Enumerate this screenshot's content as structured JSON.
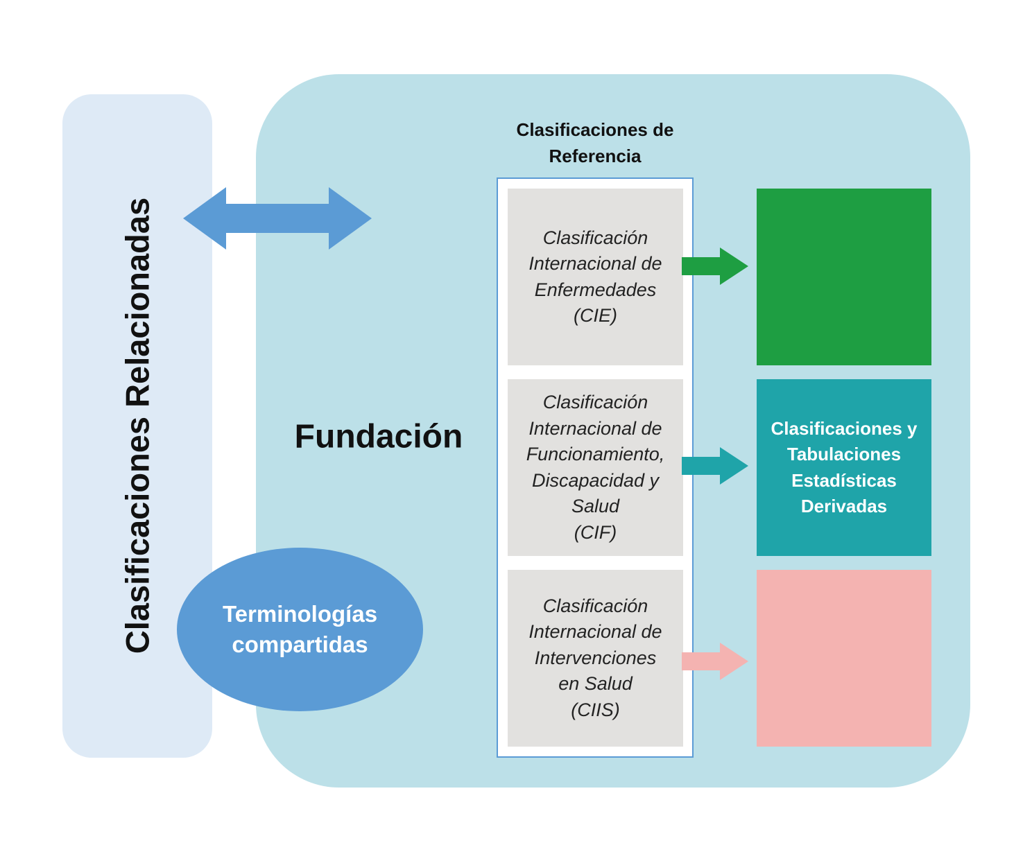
{
  "colors": {
    "related_panel": "#deeaf6",
    "foundation_panel": "#bce0e8",
    "double_arrow": "#5b9bd5",
    "terminology_ellipse": "#5b9bd5",
    "reference_frame_border": "#5b9bd5",
    "reference_box": "#e2e1df",
    "green": "#1e9e42",
    "teal": "#1fa4a9",
    "pink": "#f4b3b1"
  },
  "related_classifications": {
    "title": "Clasificaciones Relacionadas",
    "arrow_icon": "double-arrow-icon"
  },
  "foundation": {
    "label": "Fundación"
  },
  "terminologies": {
    "label": "Terminologías\ncompartidas"
  },
  "reference_classifications": {
    "heading": "Clasificaciones de\nReferencia",
    "items": [
      {
        "label": "Clasificación\nInternacional de\nEnfermedades\n(CIE)",
        "arrow_color": "#1e9e42"
      },
      {
        "label": "Clasificación\nInternacional de\nFuncionamiento,\nDiscapacidad y\nSalud\n(CIF)",
        "arrow_color": "#1fa4a9"
      },
      {
        "label": "Clasificación\nInternacional de\nIntervenciones\nen Salud\n(CIIS)",
        "arrow_color": "#f4b3b1"
      }
    ]
  },
  "derived_classifications": {
    "label": "Clasificaciones y\nTabulaciones\nEstadísticas\nDerivadas",
    "box_colors": [
      "#1e9e42",
      "#1fa4a9",
      "#f4b3b1"
    ]
  }
}
